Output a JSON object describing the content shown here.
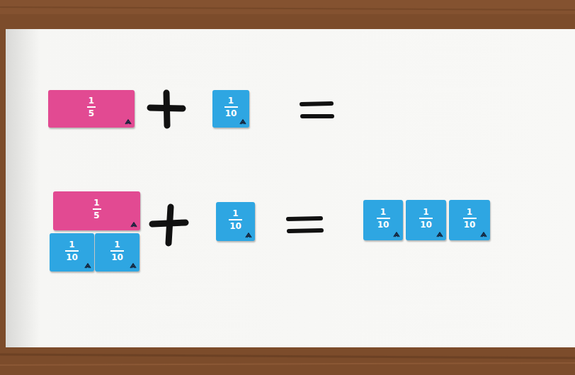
{
  "diagram": {
    "nodes": [
      {
        "text": [
          "1",
          "5"
        ]
      },
      {
        "text": [
          "1",
          "10"
        ]
      },
      {
        "text": [
          "1",
          "5"
        ]
      },
      {
        "text": [
          "1",
          "10"
        ]
      },
      {
        "text": [
          "1",
          "10"
        ]
      },
      {
        "text": [
          "1",
          "10"
        ]
      },
      {
        "text": [
          "1",
          "10"
        ]
      },
      {
        "text": [
          "1",
          "10"
        ]
      },
      {
        "text": [
          "1",
          "10"
        ]
      }
    ]
  }
}
